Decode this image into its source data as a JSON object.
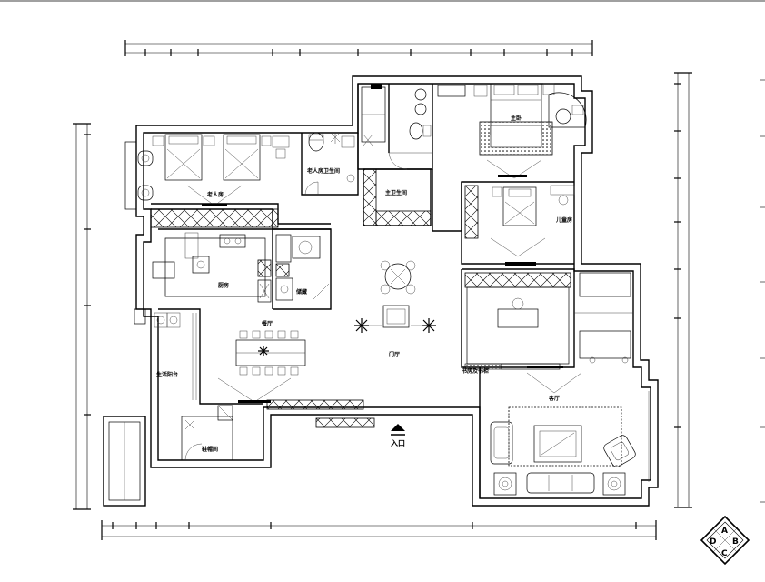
{
  "labels": {
    "elder_bedroom": "老人房",
    "elder_bath": "老人房卫生间",
    "master_bedroom": "主卧",
    "master_bath": "主卫生间",
    "child_bedroom": "儿童房",
    "kitchen": "厨房",
    "storage": "储藏",
    "dining": "餐厅",
    "hall": "门厅",
    "living": "客厅",
    "study_cabinet": "书房及书柜",
    "balcony": "生活阳台",
    "shoe": "鞋帽间",
    "entrance": "入口"
  },
  "legend": {
    "top": "A",
    "right": "B",
    "bottom": "C",
    "left": "D"
  }
}
